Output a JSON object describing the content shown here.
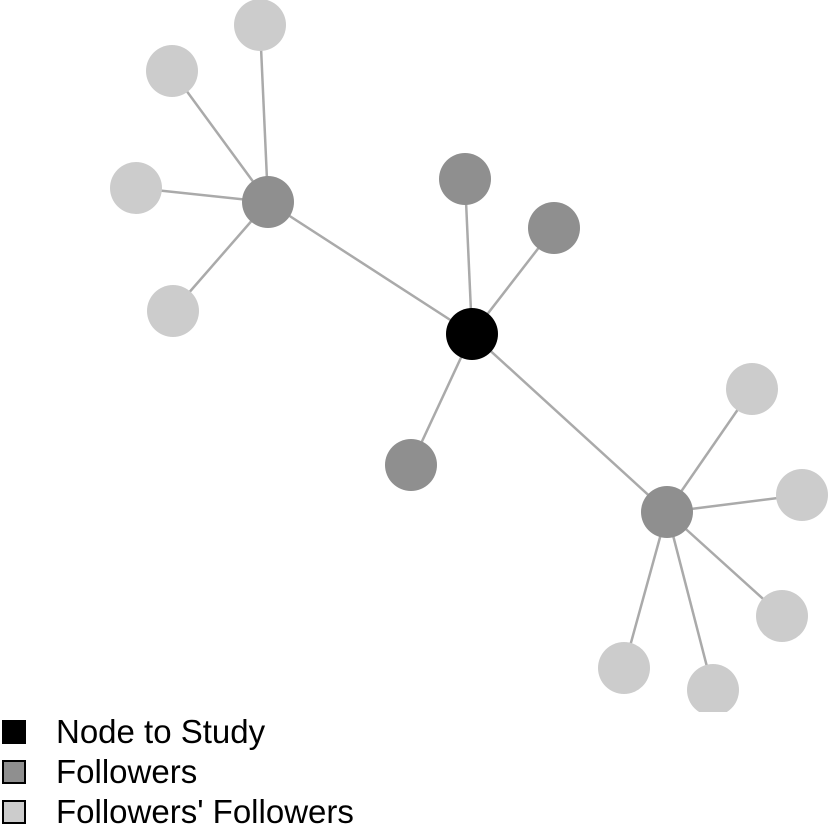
{
  "colors": {
    "center": "#000000",
    "follower": "#8f8f8f",
    "follower_of_follower": "#cccccc",
    "edge": "#aaaaaa"
  },
  "nodes": [
    {
      "id": "center",
      "group": "center"
    },
    {
      "id": "f1",
      "group": "follower"
    },
    {
      "id": "f2",
      "group": "follower"
    },
    {
      "id": "f3",
      "group": "follower"
    },
    {
      "id": "f4",
      "group": "follower"
    },
    {
      "id": "f5",
      "group": "follower"
    },
    {
      "id": "a1",
      "group": "follower_of_follower"
    },
    {
      "id": "a2",
      "group": "follower_of_follower"
    },
    {
      "id": "a3",
      "group": "follower_of_follower"
    },
    {
      "id": "a4",
      "group": "follower_of_follower"
    },
    {
      "id": "b1",
      "group": "follower_of_follower"
    },
    {
      "id": "b2",
      "group": "follower_of_follower"
    },
    {
      "id": "b3",
      "group": "follower_of_follower"
    },
    {
      "id": "b4",
      "group": "follower_of_follower"
    },
    {
      "id": "b5",
      "group": "follower_of_follower"
    }
  ],
  "edges": [
    [
      "center",
      "f1"
    ],
    [
      "center",
      "f2"
    ],
    [
      "center",
      "f3"
    ],
    [
      "center",
      "f4"
    ],
    [
      "center",
      "f5"
    ],
    [
      "f1",
      "a1"
    ],
    [
      "f1",
      "a2"
    ],
    [
      "f1",
      "a3"
    ],
    [
      "f1",
      "a4"
    ],
    [
      "f5",
      "b1"
    ],
    [
      "f5",
      "b2"
    ],
    [
      "f5",
      "b3"
    ],
    [
      "f5",
      "b4"
    ],
    [
      "f5",
      "b5"
    ]
  ],
  "legend": {
    "items": [
      {
        "label": "Node to Study",
        "group": "center"
      },
      {
        "label": "Followers",
        "group": "follower"
      },
      {
        "label": "Followers' Followers",
        "group": "follower_of_follower"
      }
    ]
  }
}
